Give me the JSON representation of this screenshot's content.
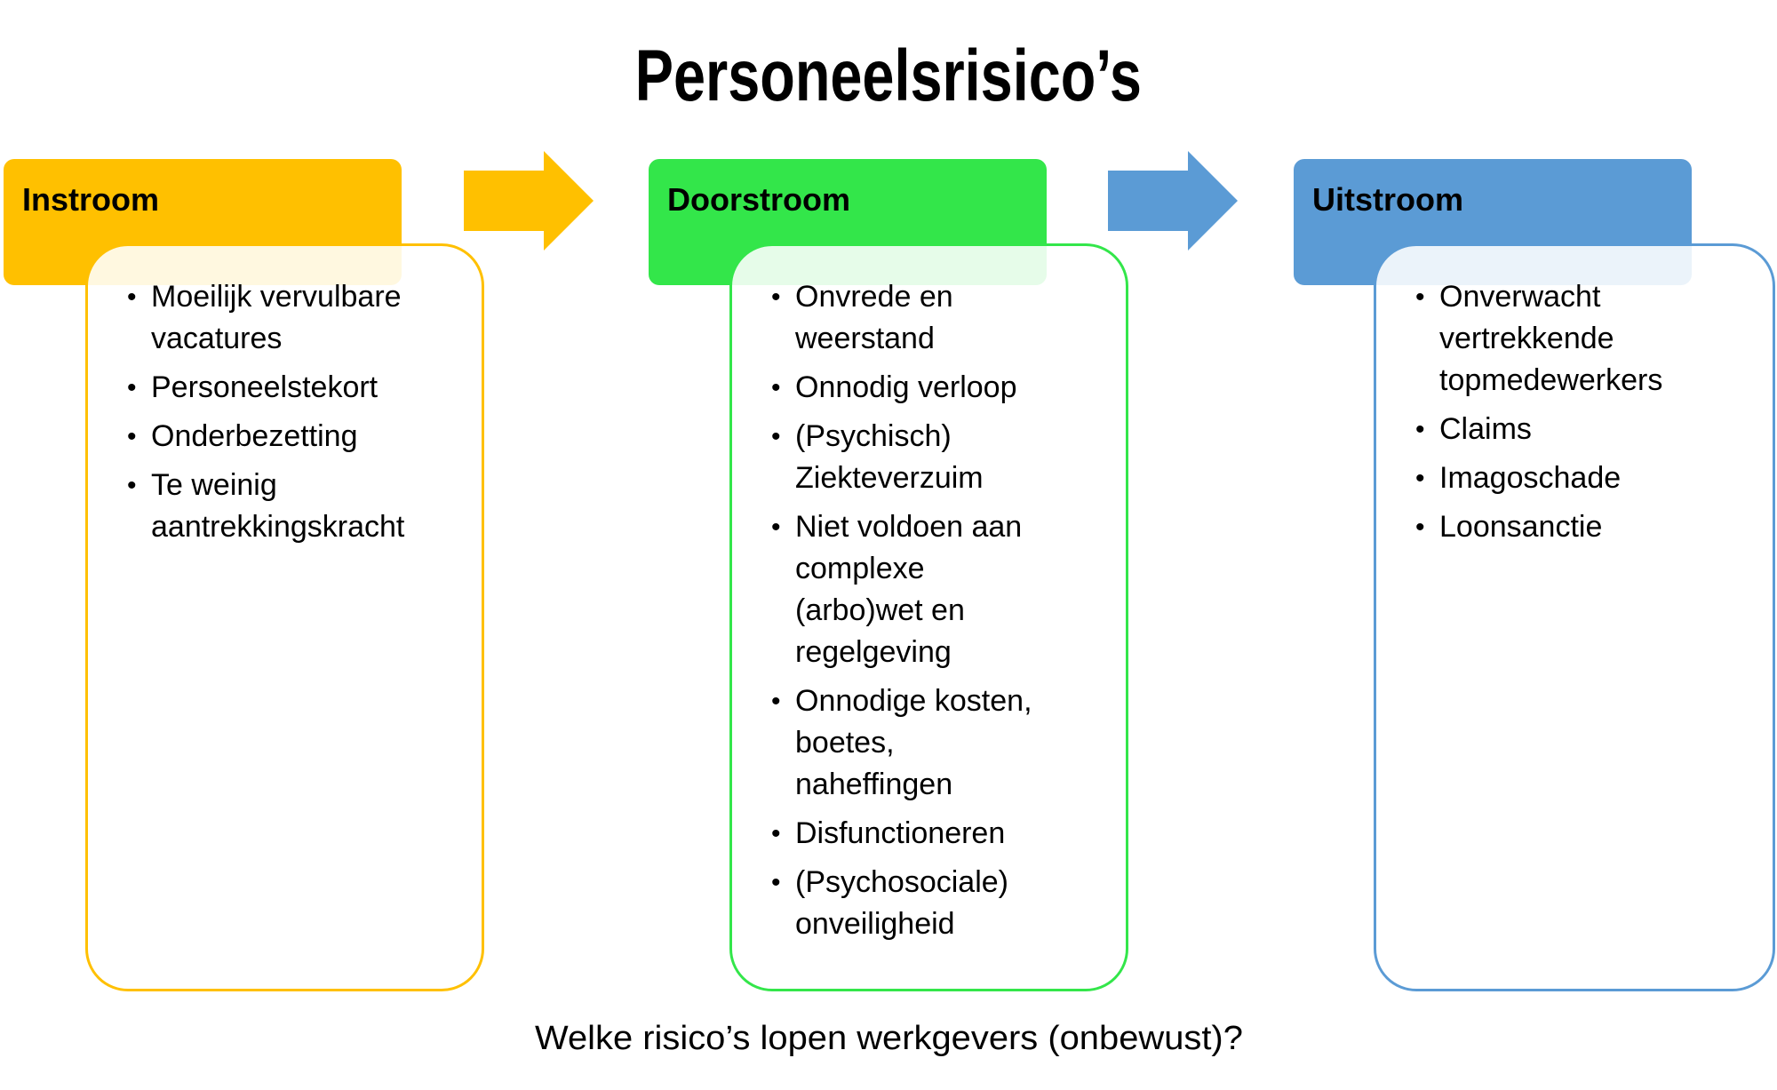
{
  "title": "Personeelsrisico’s",
  "footer": "Welke risico’s lopen werkgevers (onbewust)?",
  "colors": {
    "instroom": "#FFC000",
    "doorstroom": "#33E64A",
    "uitstroom": "#5B9BD5"
  },
  "arrows": [
    {
      "from": "Instroom",
      "to": "Doorstroom",
      "color": "#FFC000",
      "icon": "arrow-right-icon"
    },
    {
      "from": "Doorstroom",
      "to": "Uitstroom",
      "color": "#5B9BD5",
      "icon": "arrow-right-icon"
    }
  ],
  "columns": [
    {
      "header": "Instroom",
      "items": [
        [
          "Moeilijk vervulbare",
          "vacatures"
        ],
        [
          "Personeelstekort"
        ],
        [
          "Onderbezetting"
        ],
        [
          "Te weinig",
          "aantrekkingskracht"
        ]
      ]
    },
    {
      "header": "Doorstroom",
      "items": [
        [
          "Onvrede en",
          "weerstand"
        ],
        [
          "Onnodig verloop"
        ],
        [
          "(Psychisch)",
          "Ziekteverzuim"
        ],
        [
          "Niet voldoen aan",
          "complexe",
          "(arbo)wet en",
          "regelgeving"
        ],
        [
          "Onnodige kosten,",
          "boetes,",
          "naheffingen"
        ],
        [
          "Disfunctioneren"
        ],
        [
          "(Psychosociale)",
          "onveiligheid"
        ]
      ]
    },
    {
      "header": "Uitstroom",
      "items": [
        [
          "Onverwacht",
          "vertrekkende",
          "topmedewerkers"
        ],
        [
          "Claims"
        ],
        [
          "Imagoschade"
        ],
        [
          "Loonsanctie"
        ]
      ]
    }
  ],
  "bullet": "•"
}
